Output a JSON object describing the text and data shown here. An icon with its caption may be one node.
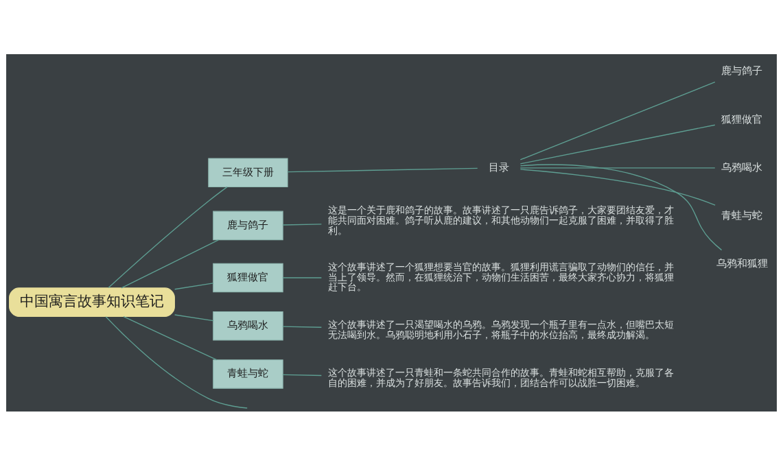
{
  "diagram": {
    "nodes": [
      {
        "text": [
          "中国寓言故事知识笔记"
        ]
      },
      {
        "text": [
          "三年级下册"
        ]
      },
      {
        "text": [
          "鹿与鸽子"
        ]
      },
      {
        "text": [
          "这是一个关于鹿和鸽子的故事。故事讲述了一只鹿告诉鸽子，大家要团结友爱，才能共同面对困难。鸽子听从鹿的建议，和其他动物们一起克服了困难，并取得了胜利。"
        ]
      },
      {
        "text": [
          "狐狸做官"
        ]
      },
      {
        "text": [
          "这个故事讲述了一个狐狸想要当官的故事。狐狸利用谎言骗取了动物们的信任，并当上了领导。然而，在狐狸统治下，动物们生活困苦，最终大家齐心协力，将狐狸赶下台。"
        ]
      },
      {
        "text": [
          "乌鸦喝水"
        ]
      },
      {
        "text": [
          "这个故事讲述了一只渴望喝水的乌鸦。乌鸦发现一个瓶子里有一点水，但嘴巴太短无法喝到水。乌鸦聪明地利用小石子，将瓶子中的水位抬高，最终成功解渴。"
        ]
      },
      {
        "text": [
          "青蛙与蛇"
        ]
      },
      {
        "text": [
          "这个故事讲述了一只青蛙和一条蛇共同合作的故事。青蛙和蛇相互帮助，克服了各自的困难，并成为了好朋友。故事告诉我们，团结合作可以战胜一切困难。"
        ]
      },
      {
        "text": [
          "目录"
        ]
      },
      {
        "text": [
          "鹿与鸽子"
        ]
      },
      {
        "text": [
          "狐狸做官"
        ]
      },
      {
        "text": [
          "乌鸦喝水"
        ]
      },
      {
        "text": [
          "青蛙与蛇"
        ]
      },
      {
        "text": [
          "乌鸦和狐狸"
        ]
      }
    ],
    "edges": [
      {
        "from": 0,
        "to": 1,
        "arrow": "none"
      },
      {
        "from": 1,
        "to": 10,
        "arrow": "none"
      },
      {
        "from": 10,
        "to": 11,
        "arrow": "none"
      },
      {
        "from": 10,
        "to": 12,
        "arrow": "none"
      },
      {
        "from": 10,
        "to": 13,
        "arrow": "none"
      },
      {
        "from": 10,
        "to": 14,
        "arrow": "none"
      },
      {
        "from": 10,
        "to": 15,
        "arrow": "none"
      },
      {
        "from": 0,
        "to": 2,
        "arrow": "none"
      },
      {
        "from": 2,
        "to": 3,
        "arrow": "none"
      },
      {
        "from": 0,
        "to": 4,
        "arrow": "none"
      },
      {
        "from": 4,
        "to": 5,
        "arrow": "none"
      },
      {
        "from": 0,
        "to": 6,
        "arrow": "none"
      },
      {
        "from": 6,
        "to": 7,
        "arrow": "none"
      },
      {
        "from": 0,
        "to": 8,
        "arrow": "none"
      },
      {
        "from": 8,
        "to": 9,
        "arrow": "none"
      },
      {
        "from": 0,
        "to": null,
        "arrow": "none"
      }
    ]
  }
}
